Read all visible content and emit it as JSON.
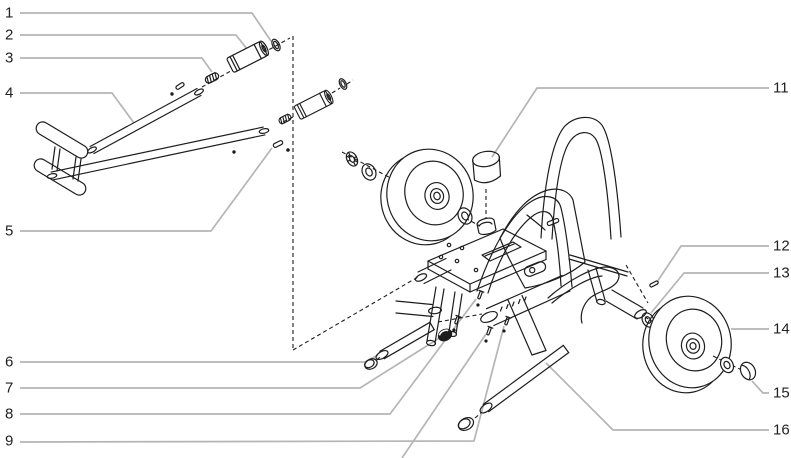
{
  "figure": {
    "type": "exploded-parts-diagram",
    "subject": "cart-assembly",
    "background": "#ffffff",
    "line_color": "#1d1d1d",
    "leader_color": "#b5b5b5",
    "label_color": "#222222"
  },
  "callouts": {
    "left": [
      {
        "label": "1"
      },
      {
        "label": "2"
      },
      {
        "label": "3"
      },
      {
        "label": "4"
      },
      {
        "label": "5"
      },
      {
        "label": "6"
      },
      {
        "label": "7"
      },
      {
        "label": "8"
      },
      {
        "label": "9"
      }
    ],
    "right": [
      {
        "label": "11"
      },
      {
        "label": "12"
      },
      {
        "label": "13"
      },
      {
        "label": "14"
      },
      {
        "label": "15"
      },
      {
        "label": "16"
      }
    ]
  }
}
